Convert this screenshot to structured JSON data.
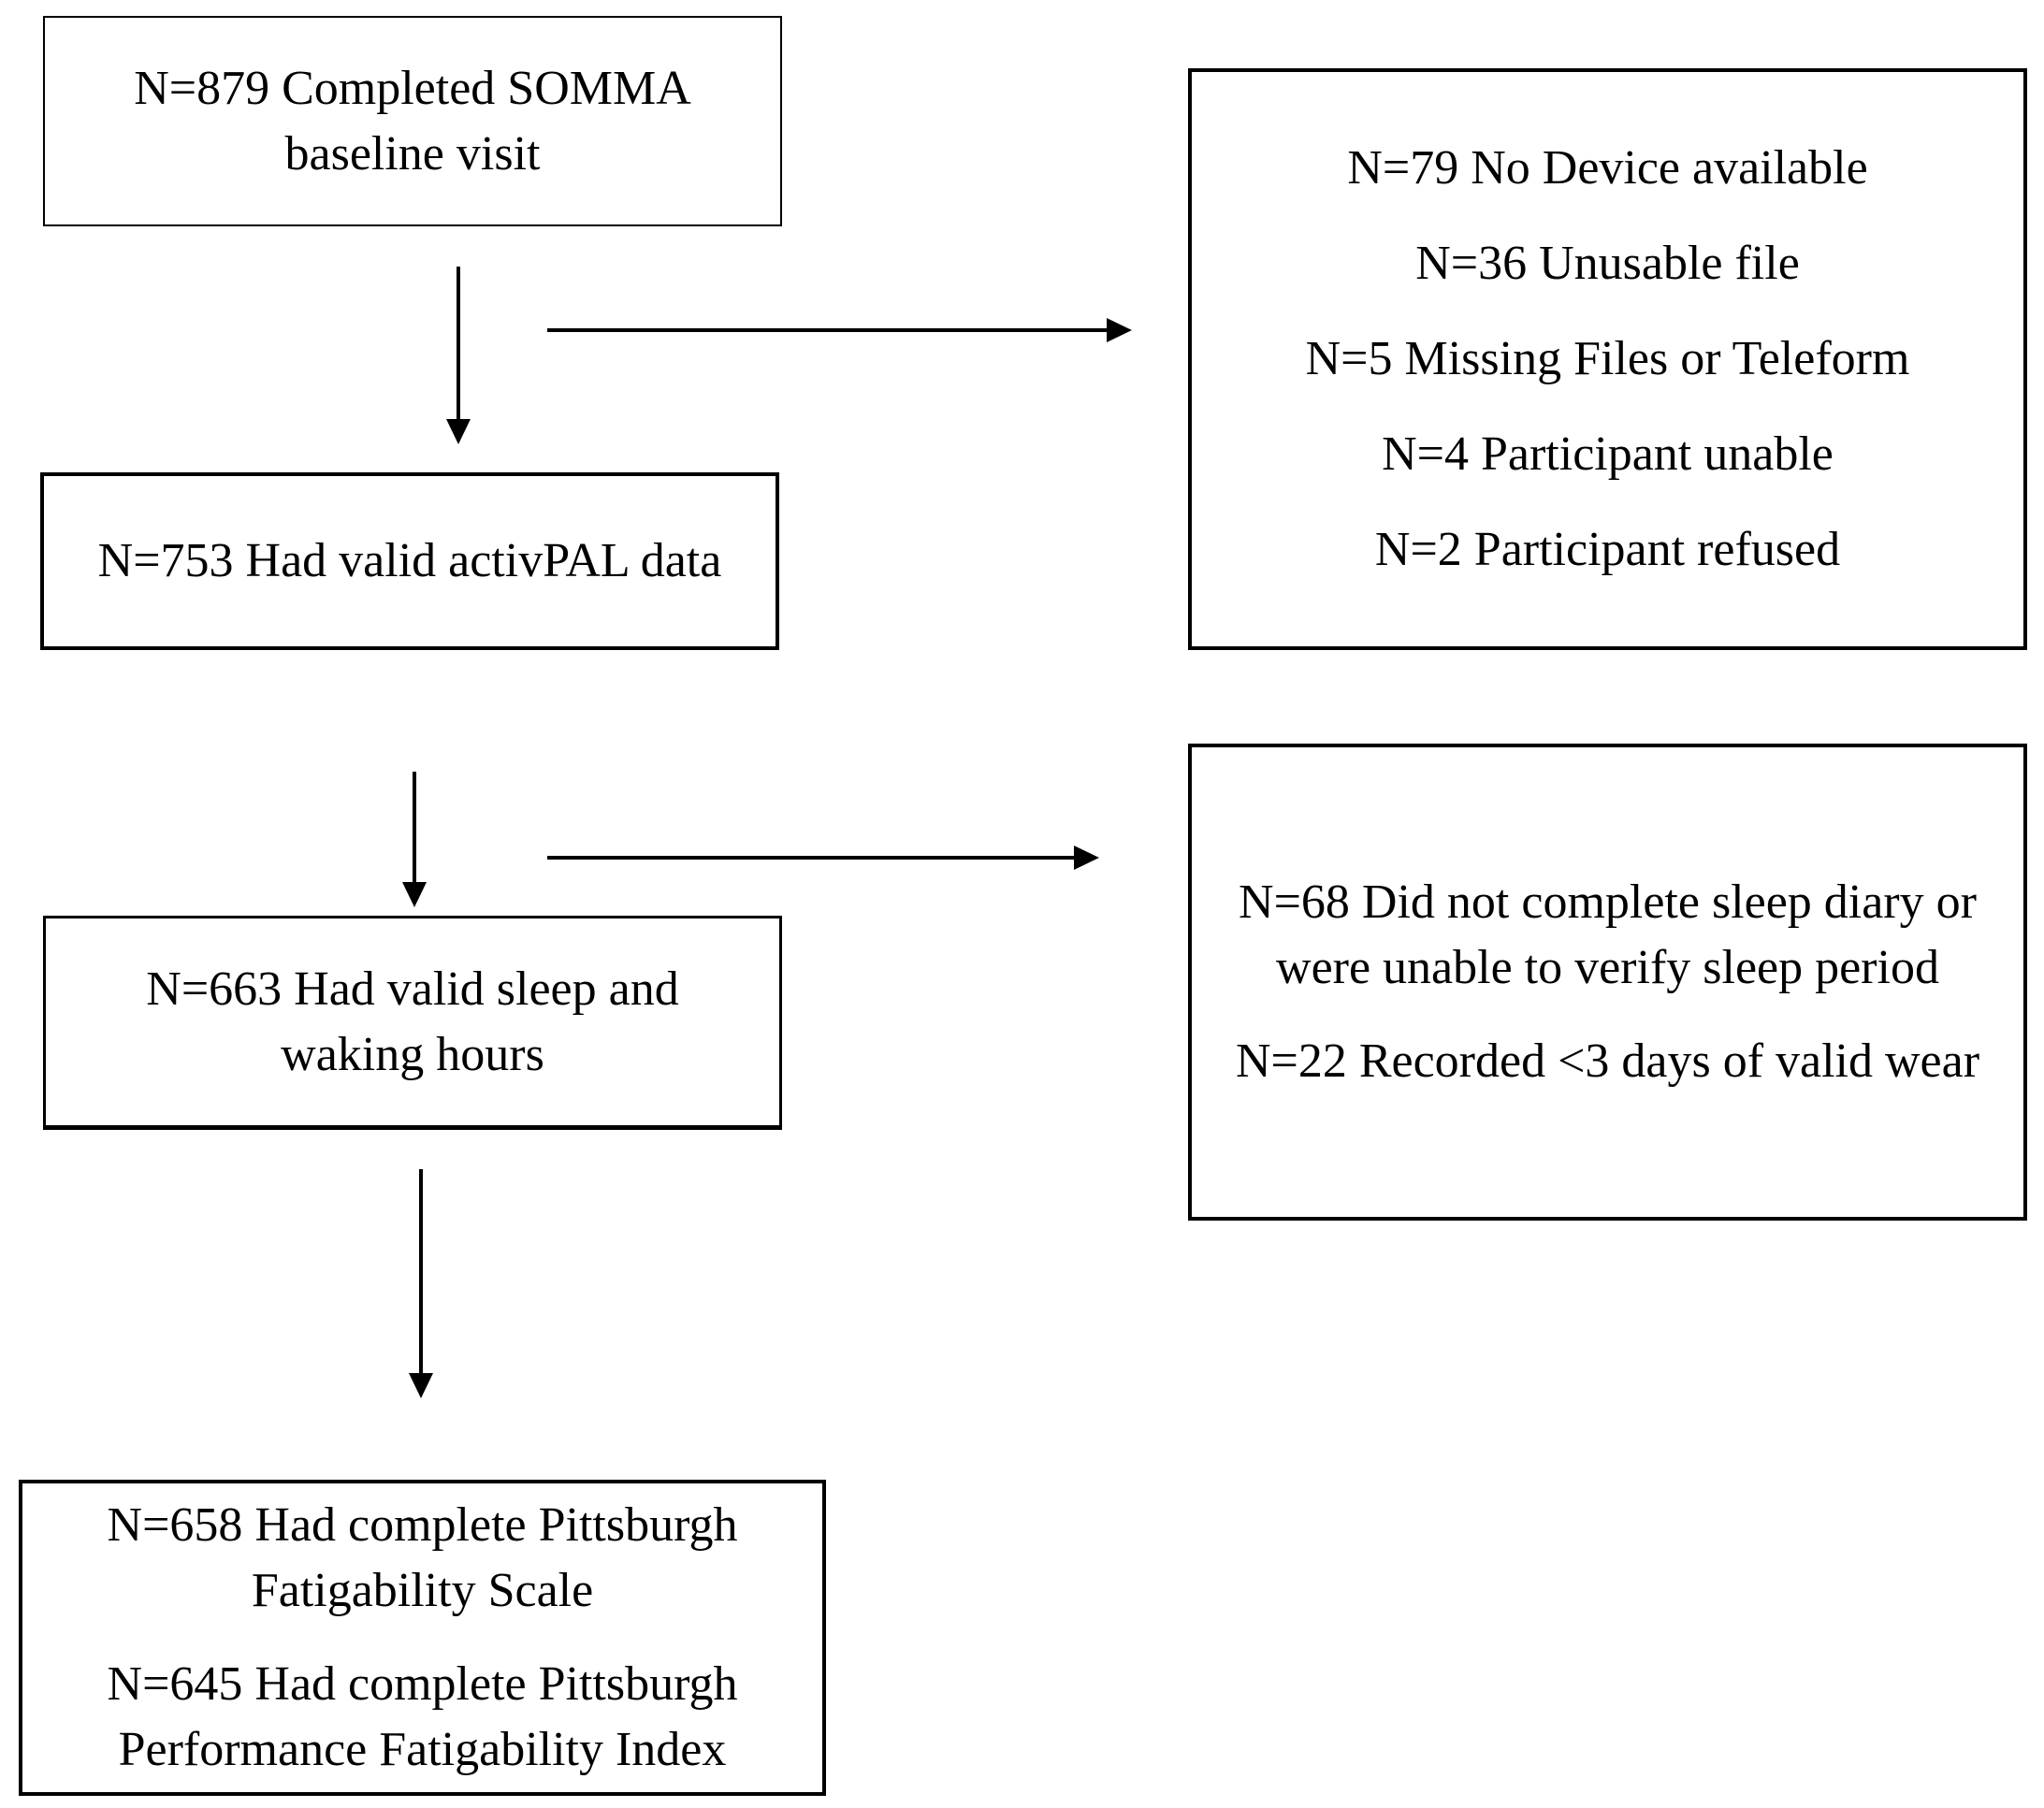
{
  "flowchart": {
    "baseline_box": {
      "lines": [
        "N=879 Completed SOMMA",
        "baseline visit"
      ]
    },
    "activpal_box": {
      "lines": [
        "N=753 Had valid activPAL data"
      ]
    },
    "sleep_box": {
      "lines": [
        "N=663 Had valid sleep and",
        "waking hours"
      ]
    },
    "final_box": {
      "items": [
        [
          "N=658 Had complete Pittsburgh",
          "Fatigability Scale"
        ],
        [
          "N=645 Had complete Pittsburgh",
          "Performance Fatigability Index"
        ]
      ]
    },
    "exclusion_box_1": {
      "items": [
        "N=79 No Device available",
        "N=36 Unusable file",
        "N=5 Missing Files or Teleform",
        "N=4 Participant unable",
        "N=2 Participant refused"
      ]
    },
    "exclusion_box_2": {
      "items": [
        [
          "N=68 Did not complete sleep diary or",
          "were unable to verify sleep period"
        ],
        [
          "N=22 Recorded <3 days of valid wear"
        ]
      ]
    }
  },
  "colors": {
    "line": "#000000",
    "background": "#ffffff"
  }
}
